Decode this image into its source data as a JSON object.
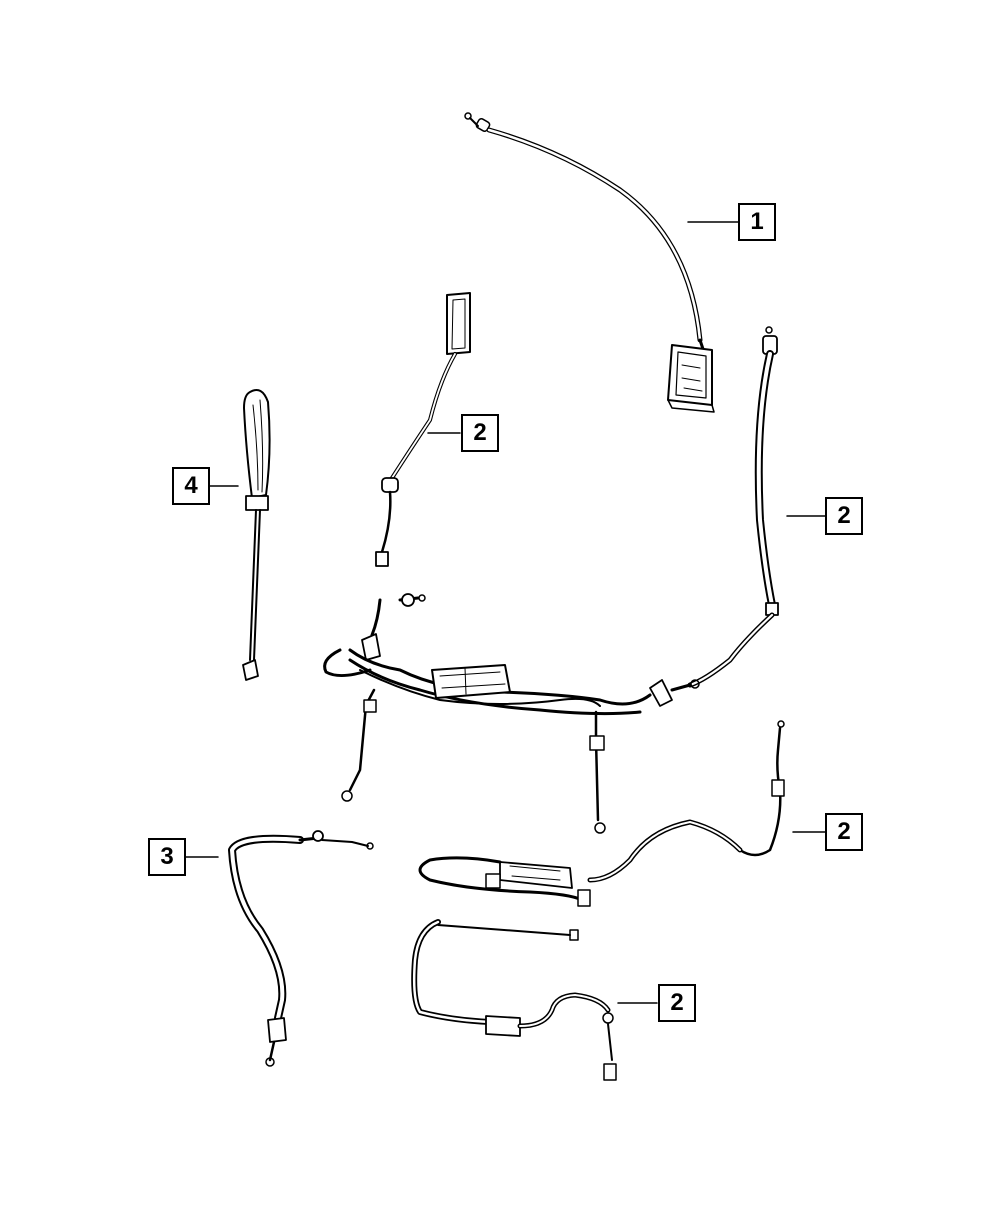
{
  "callouts": [
    {
      "id": "c1",
      "number": "1"
    },
    {
      "id": "c2a",
      "number": "2"
    },
    {
      "id": "c2b",
      "number": "2"
    },
    {
      "id": "c2c",
      "number": "2"
    },
    {
      "id": "c2d",
      "number": "2"
    },
    {
      "id": "c3",
      "number": "3"
    },
    {
      "id": "c4",
      "number": "4"
    }
  ],
  "colors": {
    "line": "#000000",
    "background": "#ffffff"
  }
}
